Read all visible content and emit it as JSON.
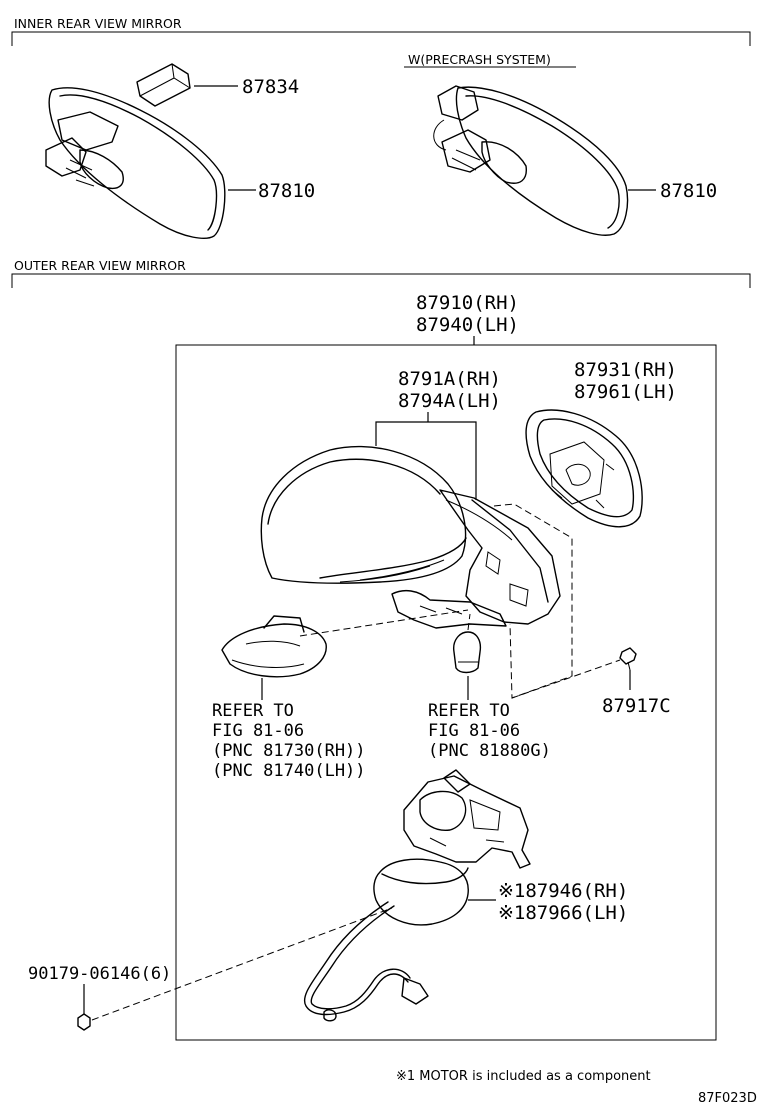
{
  "sections": {
    "inner": "INNER REAR VIEW MIRROR",
    "outer": "OUTER REAR VIEW MIRROR"
  },
  "variant_label": "W(PRECRASH SYSTEM)",
  "parts": {
    "p87834": "87834",
    "p87810_left": "87810",
    "p87810_right": "87810",
    "assy_rh": "87910(RH)",
    "assy_lh": "87940(LH)",
    "cover_rh": "8791A(RH)",
    "cover_lh": "8794A(LH)",
    "glass_rh": "87931(RH)",
    "glass_lh": "87961(LH)",
    "screw": "87917C",
    "motor_rh": "※187946(RH)",
    "motor_lh": "※187966(LH)",
    "clip": "90179-06146(6)"
  },
  "refer_left": {
    "line1": "REFER TO",
    "line2": "FIG 81-06",
    "line3": "(PNC 81730(RH))",
    "line4": "(PNC 81740(LH))"
  },
  "refer_right": {
    "line1": "REFER TO",
    "line2": "FIG 81-06",
    "line3": "(PNC 81880G)"
  },
  "footnote": "※1 MOTOR is included as a component",
  "figure_code": "87F023D"
}
